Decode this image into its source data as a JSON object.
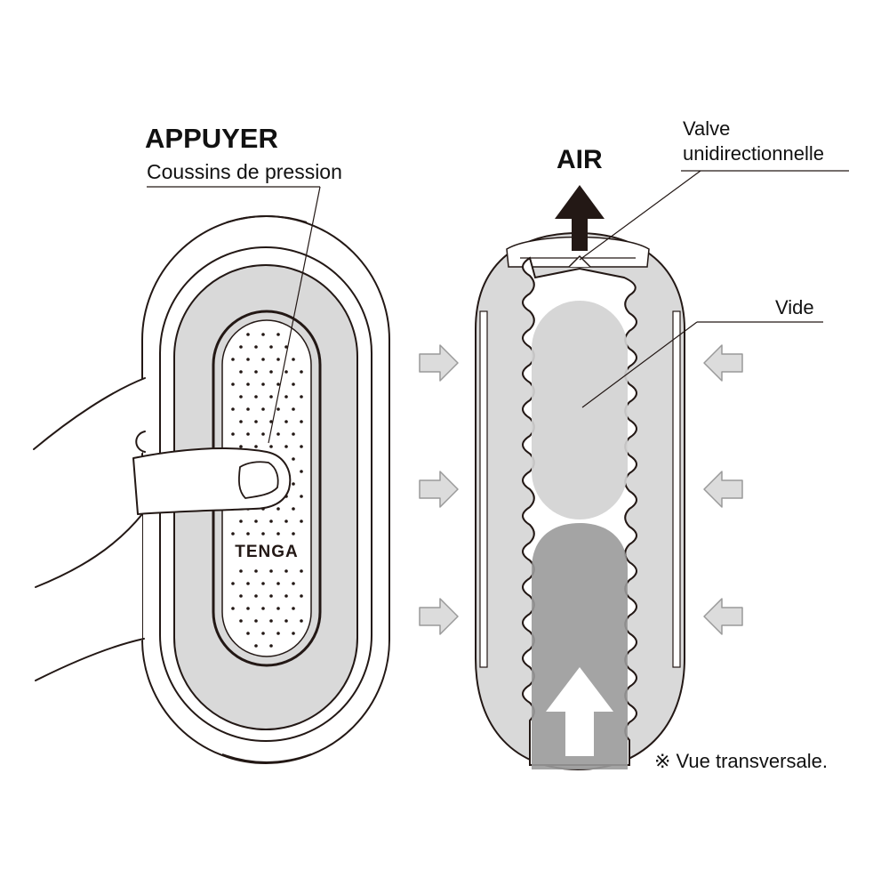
{
  "left_panel": {
    "action_label": "APPUYER",
    "part_label": "Coussins de pression",
    "brand_logo": "TENGA"
  },
  "right_panel": {
    "air_label": "AIR",
    "valve_label_line1": "Valve",
    "valve_label_line2": "unidirectionnelle",
    "vacuum_label": "Vide",
    "note": "※ Vue transversale."
  },
  "colors": {
    "outline": "#231815",
    "light_gray": "#d9d9d9",
    "mid_gray": "#c8c8c8",
    "dark_gray": "#9a9a9a",
    "arrow_fill": "#dcdcdc"
  }
}
